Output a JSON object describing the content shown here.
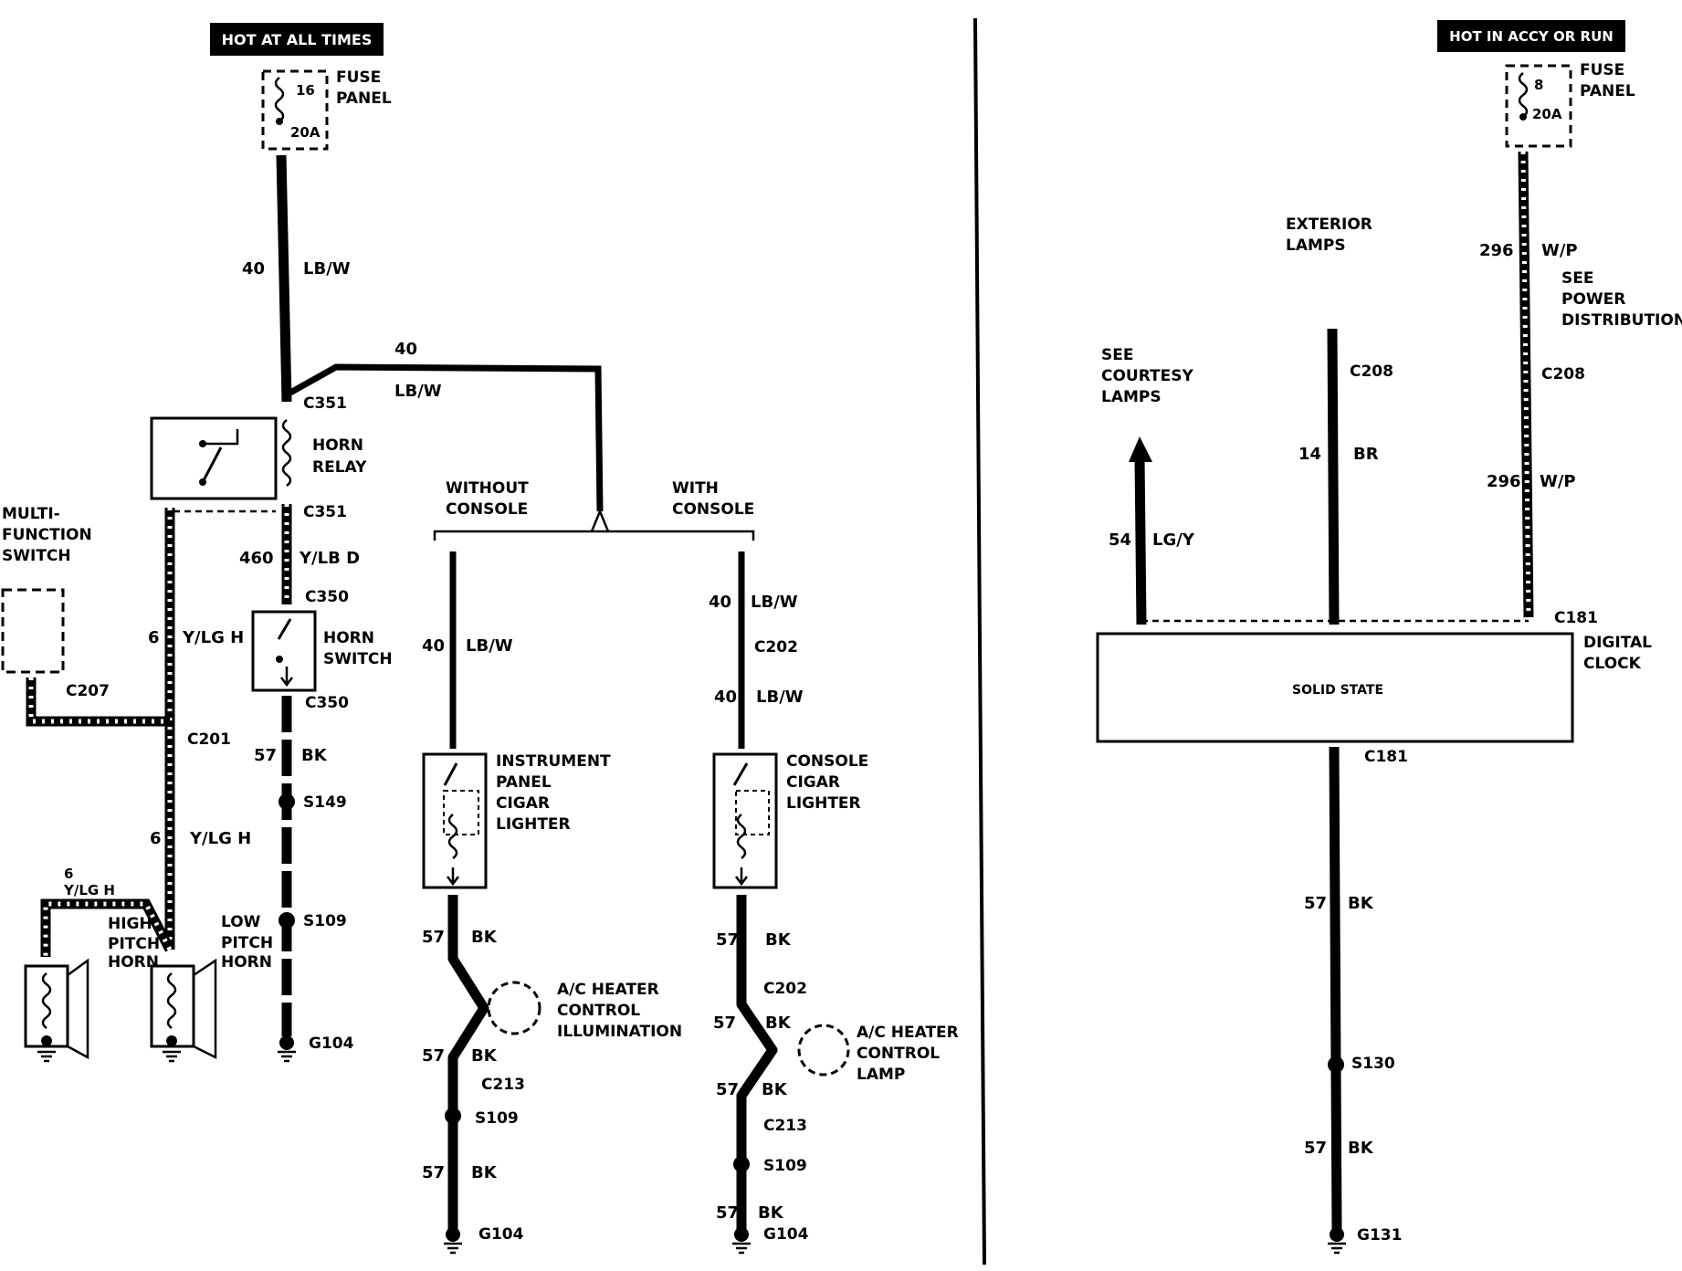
{
  "left": {
    "header": "HOT AT ALL TIMES",
    "fuse": {
      "number": "16",
      "rating": "20A",
      "label_1": "FUSE",
      "label_2": "PANEL"
    },
    "feed_circuit": "40",
    "feed_color": "LB/W",
    "branch_circuit": "40",
    "branch_color": "LB/W",
    "horn_relay": {
      "top_connector": "C351",
      "label_1": "HORN",
      "label_2": "RELAY",
      "bottom_connector": "C351"
    },
    "relay_out_circuit": "460",
    "relay_out_color": "Y/LB D",
    "horn_switch": {
      "top_connector": "C350",
      "label_1": "HORN",
      "label_2": "SWITCH",
      "bottom_connector": "C350"
    },
    "switch_ground": {
      "circuit": "57",
      "color": "BK",
      "splice_1": "S149",
      "splice_2": "S109",
      "ground": "G104"
    },
    "multifunction_switch": {
      "label_1": "MULTI-",
      "label_2": "FUNCTION",
      "label_3": "SWITCH",
      "connector": "C207"
    },
    "horn_feed": {
      "circuit": "6",
      "color": "Y/LG H",
      "connector": "C201",
      "circuit_2": "6",
      "color_2": "Y/LG H",
      "circuit_3": "6",
      "color_3": "Y/LG H"
    },
    "high_pitch_horn": {
      "label_1": "HIGH",
      "label_2": "PITCH",
      "label_3": "HORN"
    },
    "low_pitch_horn": {
      "label_1": "LOW",
      "label_2": "PITCH",
      "label_3": "HORN"
    }
  },
  "middle": {
    "without_console": "WITHOUT",
    "without_console_2": "CONSOLE",
    "with_console": "WITH",
    "with_console_2": "CONSOLE",
    "ip_feed": {
      "circuit": "40",
      "color": "LB/W"
    },
    "ip_lighter": {
      "label_1": "INSTRUMENT",
      "label_2": "PANEL",
      "label_3": "CIGAR",
      "label_4": "LIGHTER"
    },
    "ip_ground": {
      "circuit_1": "57",
      "color_1": "BK",
      "circuit_2": "57",
      "color_2": "BK",
      "connector": "C213",
      "splice": "S109",
      "circuit_3": "57",
      "color_3": "BK",
      "ground": "G104"
    },
    "ip_illum": {
      "label_1": "A/C HEATER",
      "label_2": "CONTROL",
      "label_3": "ILLUMINATION"
    },
    "console_feed": {
      "circuit_1": "40",
      "color_1": "LB/W",
      "connector": "C202",
      "circuit_2": "40",
      "color_2": "LB/W"
    },
    "console_lighter": {
      "label_1": "CONSOLE",
      "label_2": "CIGAR",
      "label_3": "LIGHTER"
    },
    "console_ground": {
      "circuit_1": "57",
      "color_1": "BK",
      "connector_1": "C202",
      "circuit_2": "57",
      "color_2": "BK",
      "circuit_3": "57",
      "color_3": "BK",
      "connector_2": "C213",
      "splice": "S109",
      "circuit_4": "57",
      "color_4": "BK",
      "ground": "G104"
    },
    "console_lamp": {
      "label_1": "A/C HEATER",
      "label_2": "CONTROL",
      "label_3": "LAMP"
    }
  },
  "right": {
    "header": "HOT IN ACCY OR RUN",
    "fuse": {
      "number": "8",
      "rating": "20A",
      "label_1": "FUSE",
      "label_2": "PANEL"
    },
    "exterior_lamps": {
      "label_1": "EXTERIOR",
      "label_2": "LAMPS"
    },
    "power_feed": {
      "circuit": "296",
      "color": "W/P",
      "circuit_2": "296",
      "color_2": "W/P",
      "connector": "C208"
    },
    "see_power": {
      "label_1": "SEE",
      "label_2": "POWER",
      "label_3": "DISTRIBUTION"
    },
    "see_courtesy": {
      "label_1": "SEE",
      "label_2": "COURTESY",
      "label_3": "LAMPS"
    },
    "exterior_feed": {
      "connector": "C208",
      "circuit": "14",
      "color": "BR"
    },
    "courtesy_feed": {
      "circuit": "54",
      "color": "LG/Y"
    },
    "clock": {
      "connector_top": "C181",
      "label_1": "DIGITAL",
      "label_2": "CLOCK",
      "inner": "SOLID STATE",
      "connector_bottom": "C181"
    },
    "clock_ground": {
      "circuit_1": "57",
      "color_1": "BK",
      "splice": "S130",
      "circuit_2": "57",
      "color_2": "BK",
      "ground": "G131"
    }
  }
}
